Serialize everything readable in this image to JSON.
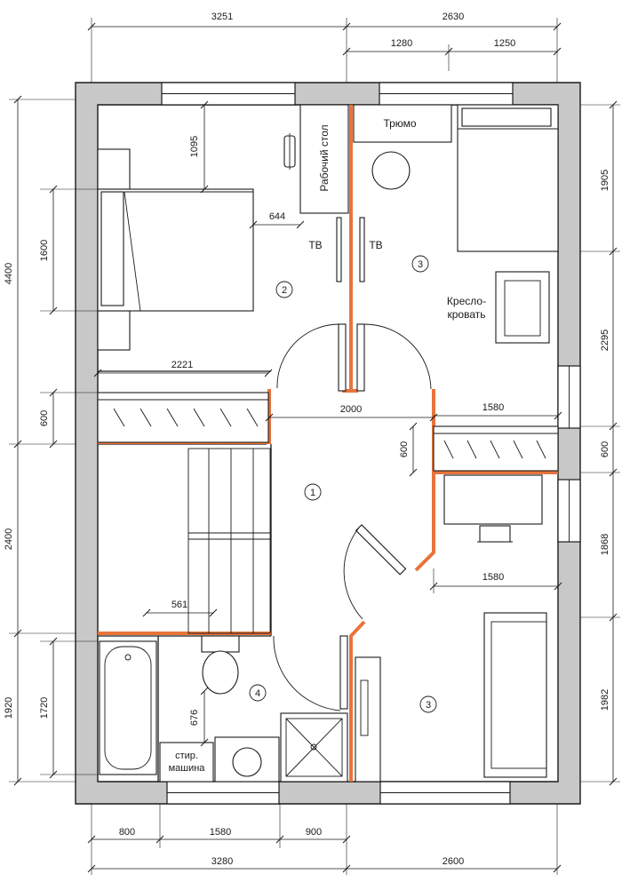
{
  "dimensions": {
    "top_overall_left": "3251",
    "top_overall_right": "2630",
    "top_sub_1": "1280",
    "top_sub_2": "1250",
    "bottom_sub_1": "800",
    "bottom_sub_2": "1580",
    "bottom_sub_3": "900",
    "bottom_overall_left": "3280",
    "bottom_overall_right": "2600",
    "left_total_1": "4400",
    "left_total_2": "2400",
    "left_total_3": "1920",
    "left_inner_bed": "1600",
    "left_inner_wardrobe": "600",
    "left_inner_bath": "1720",
    "right_1": "1905",
    "right_2": "2295",
    "right_3": "600",
    "right_4": "1868",
    "right_5": "1982",
    "inner_1095": "1095",
    "inner_644": "644",
    "inner_2221": "2221",
    "inner_2000": "2000",
    "inner_1580_a": "1580",
    "inner_600": "600",
    "inner_1580_b": "1580",
    "inner_561": "561",
    "inner_676": "676"
  },
  "labels": {
    "desk": "Рабочий стол",
    "trumo": "Трюмо",
    "tv_left": "ТВ",
    "tv_right": "ТВ",
    "chair_bed_1": "Кресло-",
    "chair_bed_2": "кровать",
    "washer_1": "стир.",
    "washer_2": "машина"
  },
  "rooms": {
    "room_1": "1",
    "room_2": "2",
    "room_3_top": "3",
    "room_3_bottom": "3",
    "room_4": "4"
  },
  "colors": {
    "wall_fill": "#c8c8c8",
    "new_partition": "#e8743b",
    "line": "#1a1a1a"
  }
}
